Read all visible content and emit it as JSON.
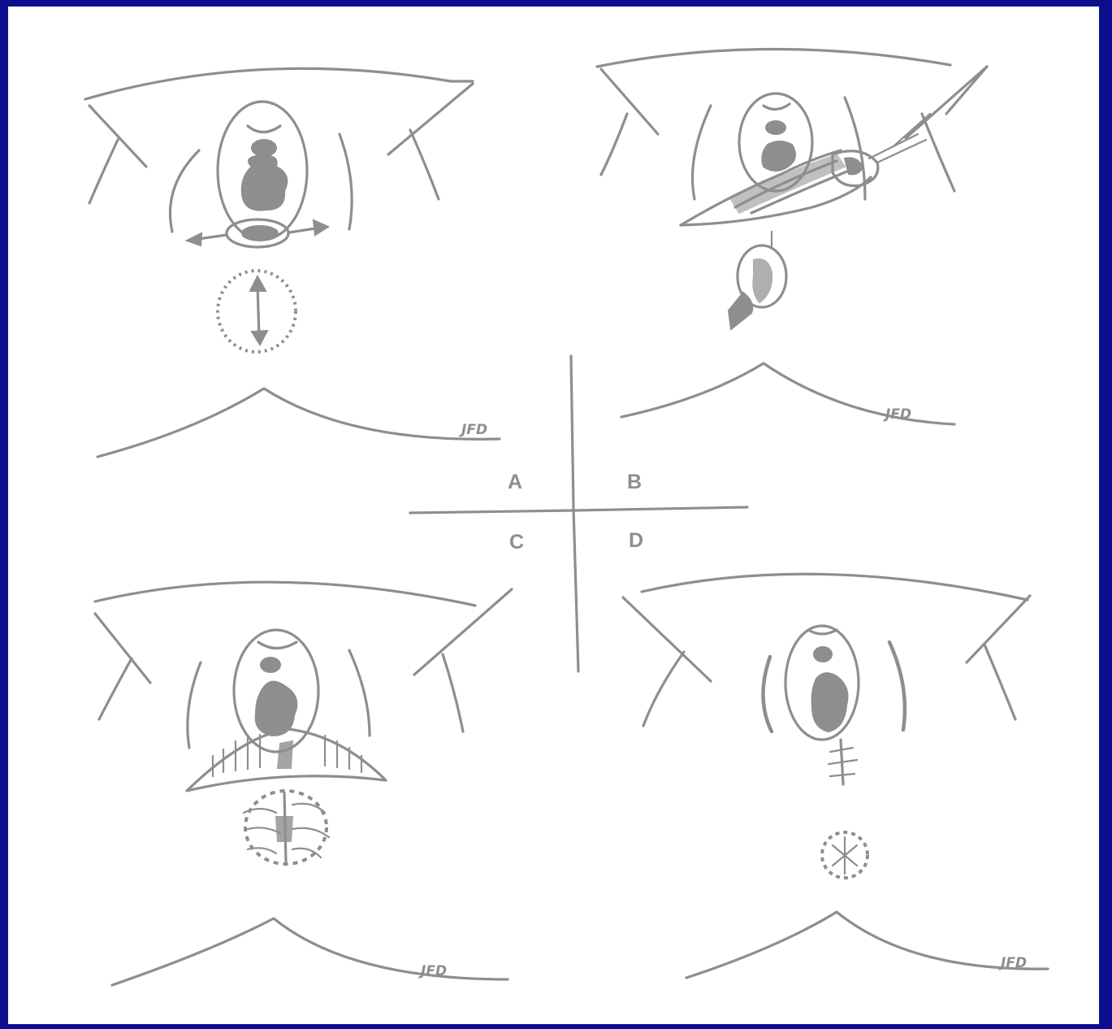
{
  "panels": [
    {
      "id": "A",
      "label": "A",
      "signature": "JFD"
    },
    {
      "id": "B",
      "label": "B",
      "signature": "JFD"
    },
    {
      "id": "C",
      "label": "C",
      "signature": "JFD"
    },
    {
      "id": "D",
      "label": "D",
      "signature": "JFD"
    }
  ],
  "colors": {
    "background": "#0b0f8f",
    "canvas": "#ffffff",
    "ink": "#8e8e8e"
  }
}
